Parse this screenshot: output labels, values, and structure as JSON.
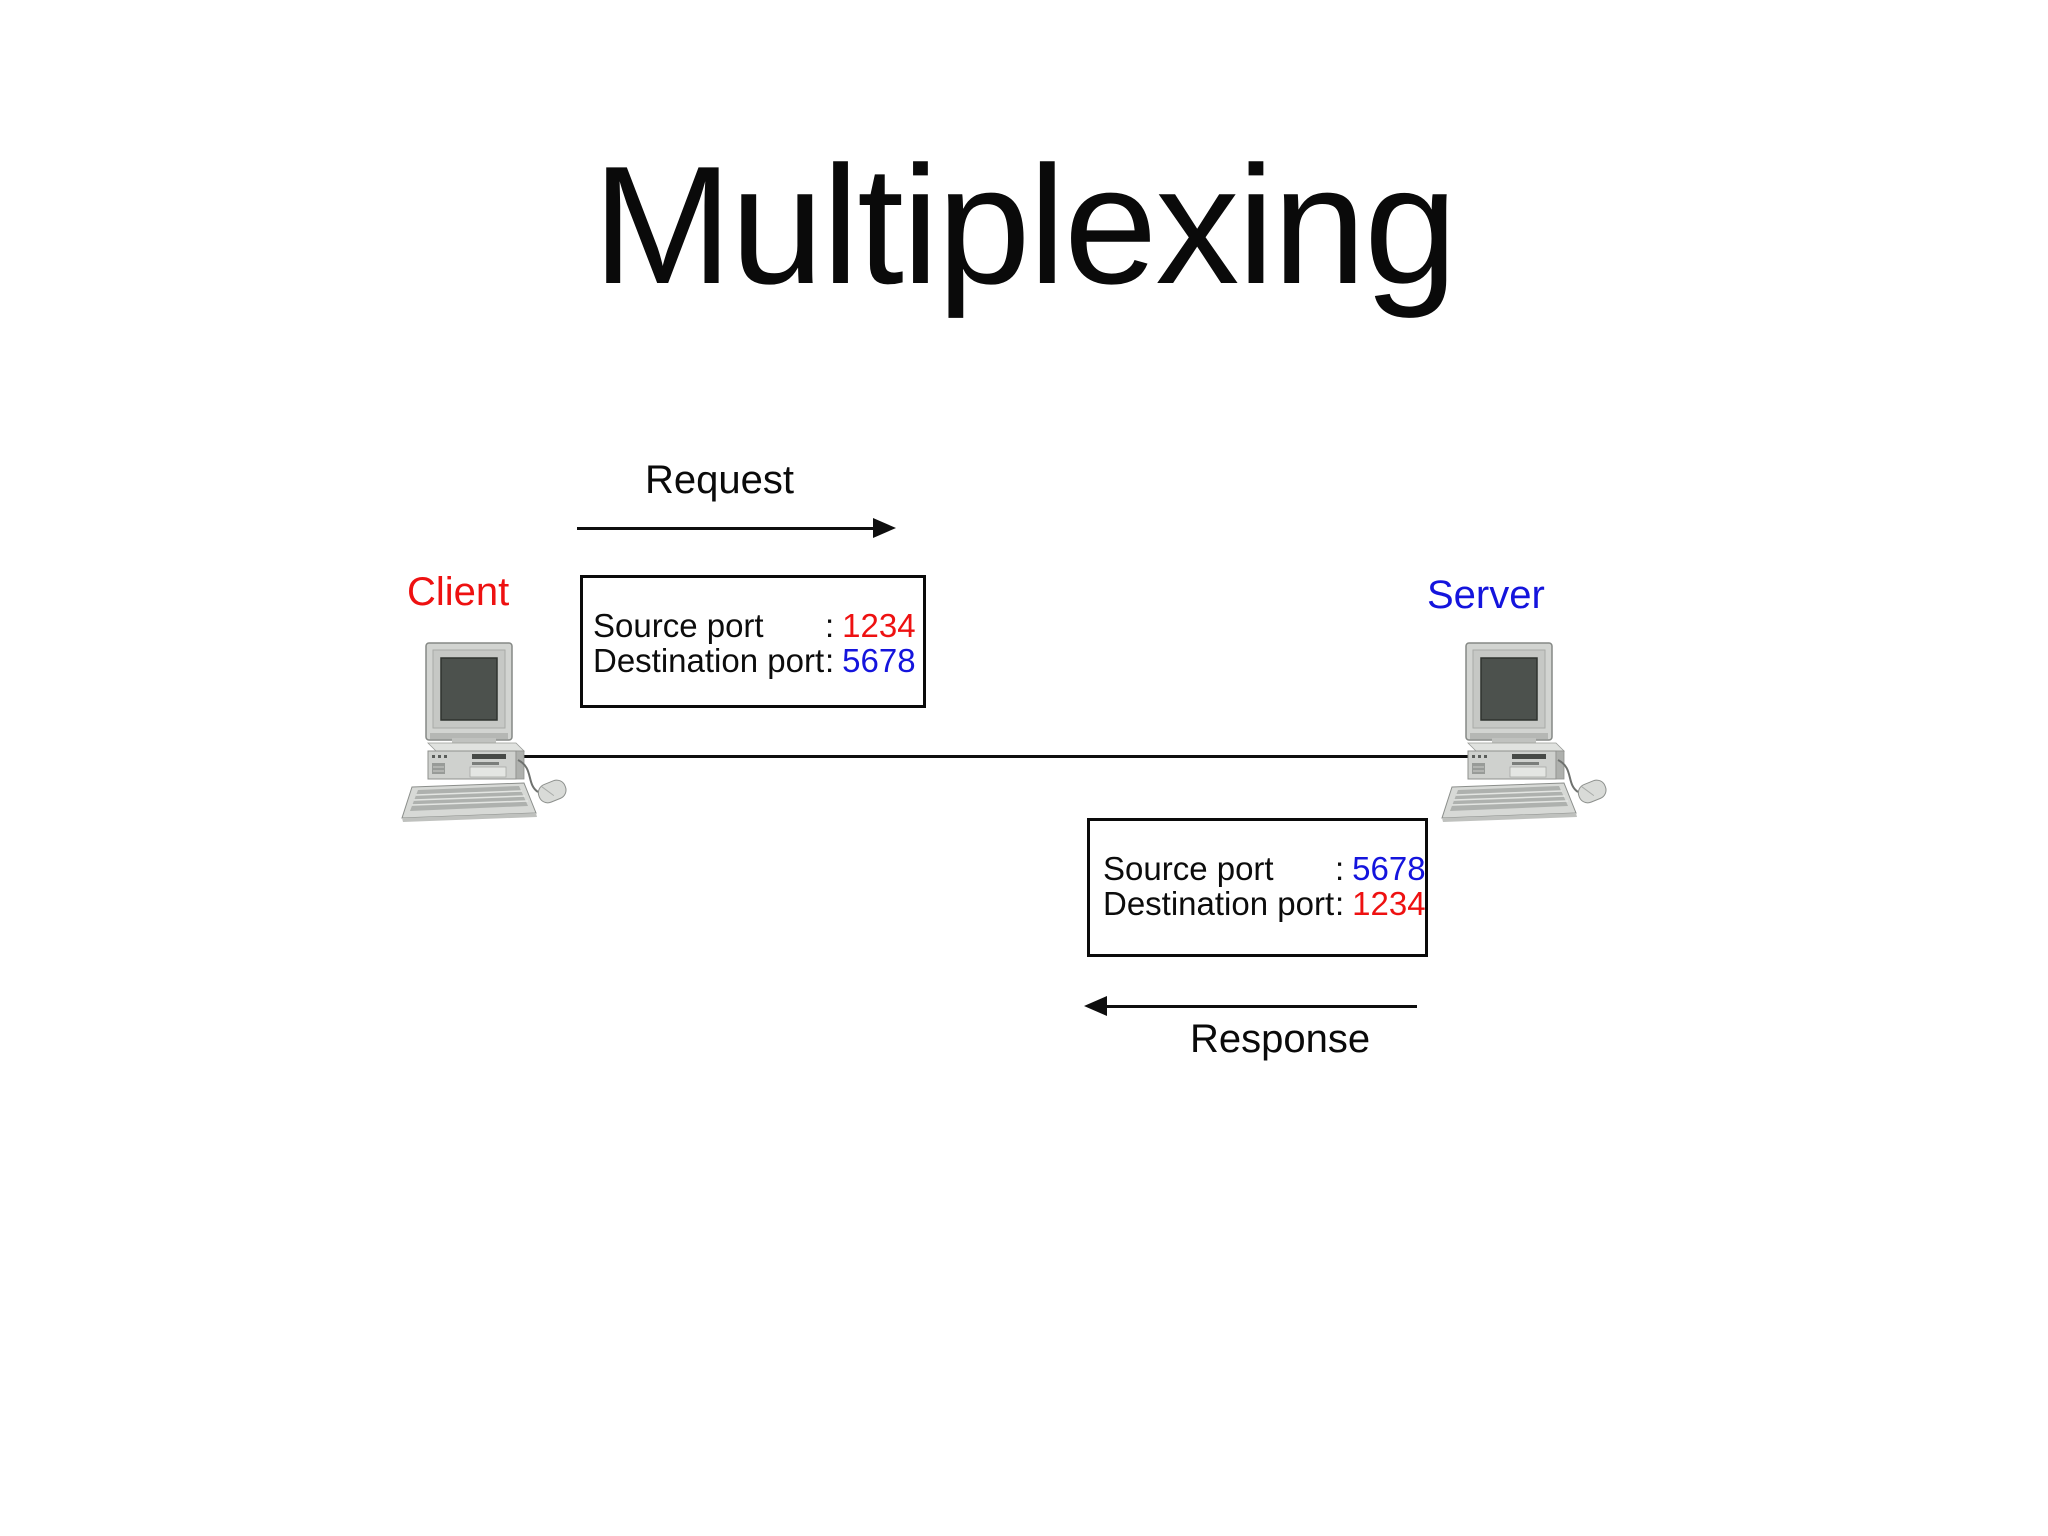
{
  "title": "Multiplexing",
  "separator": ":",
  "colors": {
    "red": "#ee1111",
    "blue": "#1414dd",
    "black": "#0a0a0a"
  },
  "client": {
    "label": "Client",
    "color": "red"
  },
  "server": {
    "label": "Server",
    "color": "blue"
  },
  "request": {
    "label": "Request",
    "rows": [
      {
        "label": "Source port",
        "value": "1234",
        "color": "red"
      },
      {
        "label": "Destination port",
        "value": "5678",
        "color": "blue"
      }
    ]
  },
  "response": {
    "label": "Response",
    "rows": [
      {
        "label": "Source port",
        "value": "5678",
        "color": "blue"
      },
      {
        "label": "Destination port",
        "value": "1234",
        "color": "red"
      }
    ]
  }
}
